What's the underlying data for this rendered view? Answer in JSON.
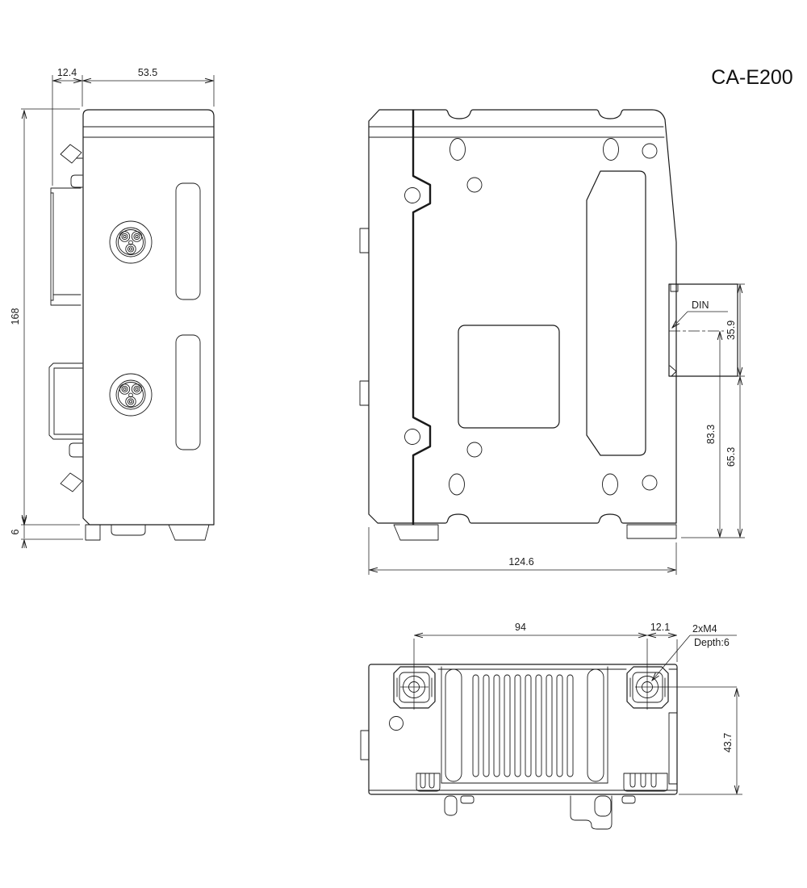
{
  "title": "CA-E200",
  "colors": {
    "ink": "#1a1a1a",
    "background": "#ffffff"
  },
  "views": {
    "side": {
      "dim_clip_width": "12.4",
      "dim_body_width": "53.5",
      "dim_body_height": "168",
      "dim_foot_height": "6"
    },
    "rear": {
      "dim_width": "124.6",
      "label_din": "DIN",
      "dim_din_height": "35.9",
      "dim_din_to_base": "83.3",
      "dim_block_to_base": "65.3"
    },
    "bottom": {
      "dim_hole_spacing": "94",
      "dim_hole_to_edge": "12.1",
      "label_thread": "2xM4",
      "label_thread_depth": "Depth:6",
      "dim_depth": "43.7"
    }
  }
}
